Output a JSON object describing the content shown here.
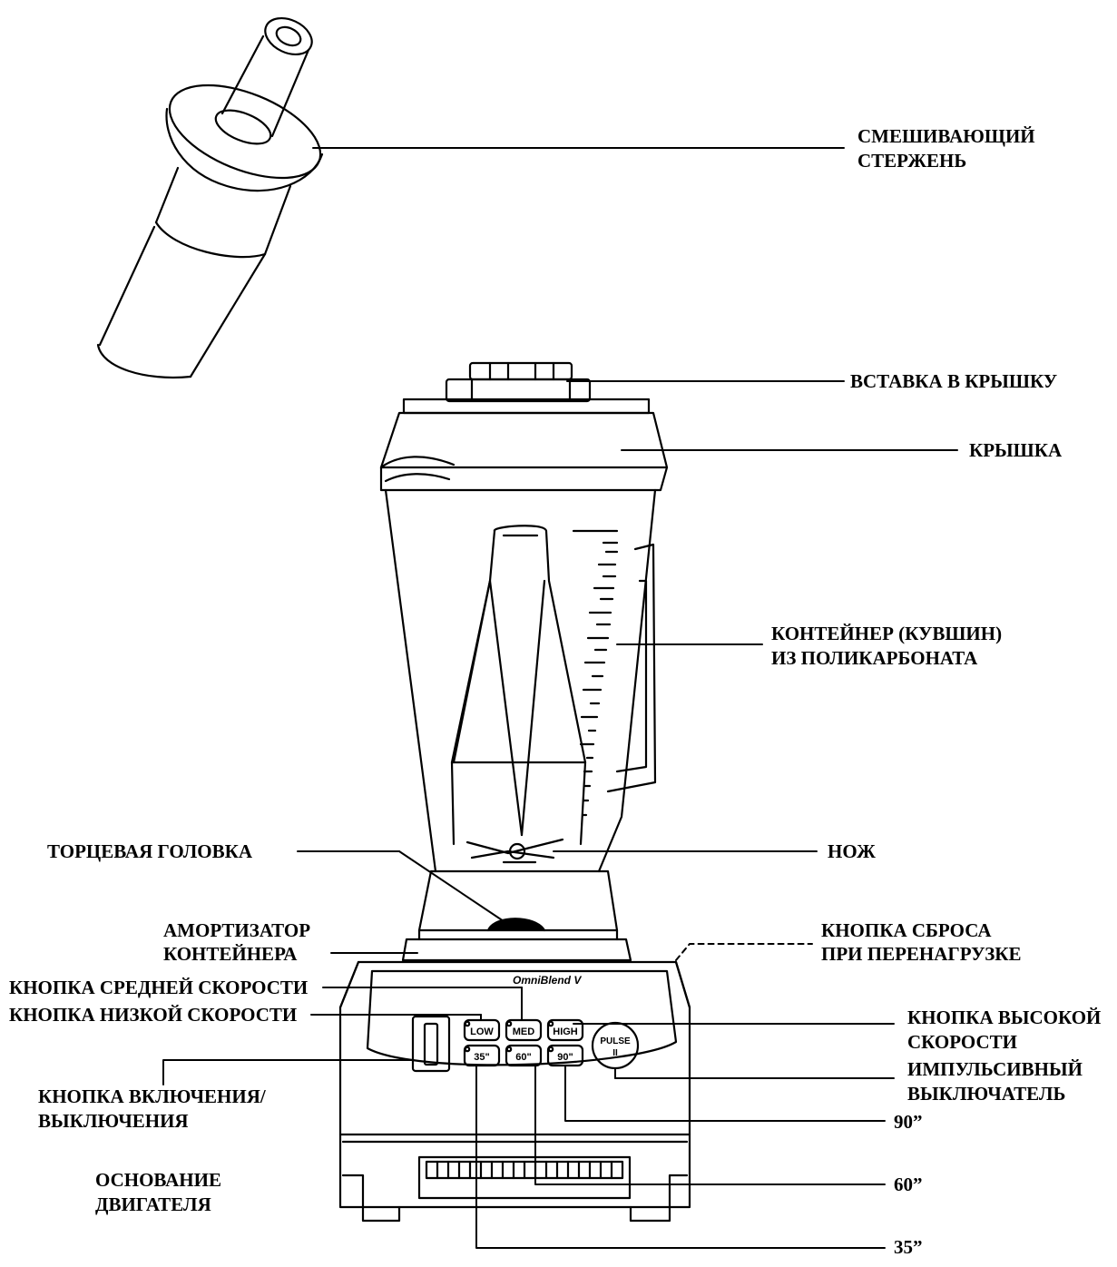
{
  "brand": "OmniBlend V",
  "buttons": {
    "low": "LOW",
    "med": "MED",
    "high": "HIGH",
    "pulse": "PULSE",
    "t35": "35\"",
    "t60": "60\"",
    "t90": "90\""
  },
  "labels": {
    "mixing_rod": [
      "СМЕШИВАЮЩИЙ",
      "СТЕРЖЕНЬ"
    ],
    "lid_insert": "ВСТАВКА В КРЫШКУ",
    "lid": "КРЫШКА",
    "container": [
      "КОНТЕЙНЕР (КУВШИН)",
      "ИЗ ПОЛИКАРБОНАТА"
    ],
    "end_head": "ТОРЦЕВАЯ ГОЛОВКА",
    "blade": "НОЖ",
    "container_damper": [
      "АМОРТИЗАТОР",
      "КОНТЕЙНЕРА"
    ],
    "overload_reset": [
      "КНОПКА СБРОСА",
      "ПРИ ПЕРЕНАГРУЗКЕ"
    ],
    "medium_speed": "КНОПКА СРЕДНЕЙ СКОРОСТИ",
    "low_speed": "КНОПКА НИЗКОЙ СКОРОСТИ",
    "high_speed": [
      "КНОПКА ВЫСОКОЙ",
      "СКОРОСТИ"
    ],
    "pulse_switch": [
      "ИМПУЛЬСИВНЫЙ",
      "ВЫКЛЮЧАТЕЛЬ"
    ],
    "power_switch": [
      "КНОПКА ВКЛЮЧЕНИЯ/",
      "ВЫКЛЮЧЕНИЯ"
    ],
    "timer_90": "90”",
    "timer_60": "60”",
    "timer_35": "35”",
    "motor_base": [
      "ОСНОВАНИЕ",
      "ДВИГАТЕЛЯ"
    ]
  }
}
